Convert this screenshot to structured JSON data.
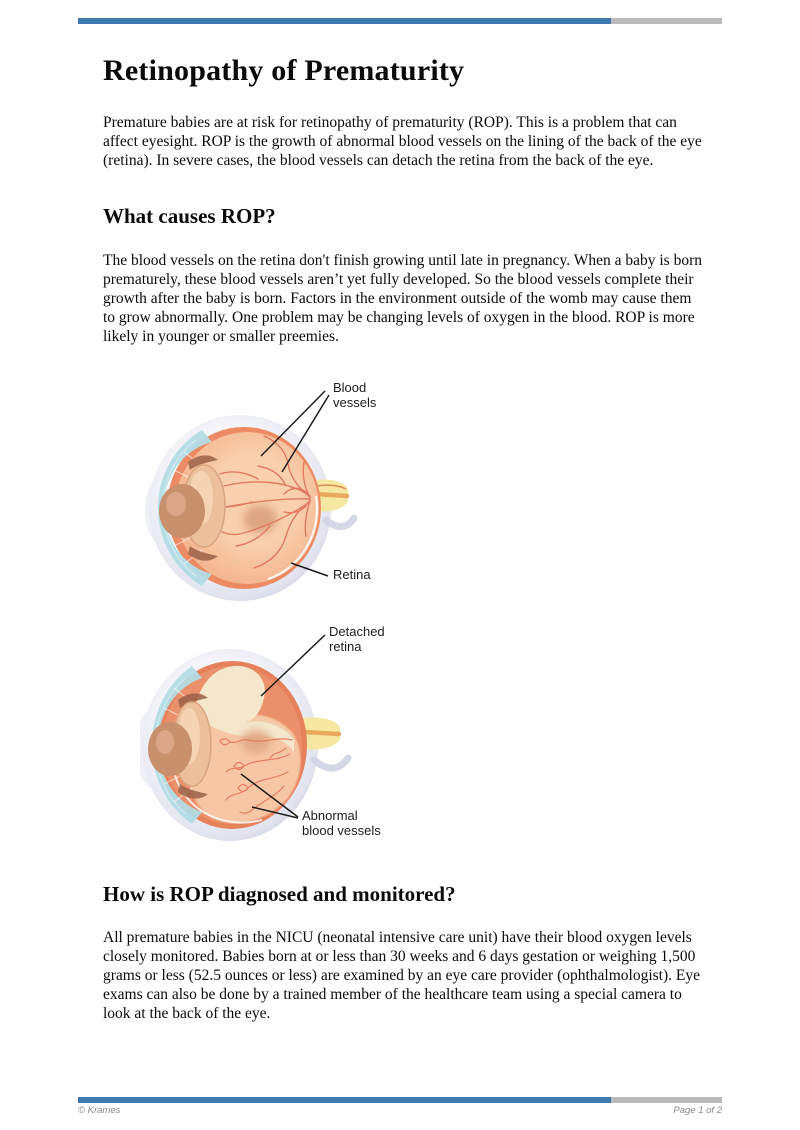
{
  "document": {
    "title": "Retinopathy of Prematurity",
    "intro": "Premature babies are at risk for retinopathy of prematurity (ROP). This is a problem that can affect eyesight. ROP is the growth of abnormal blood vessels on the lining of the back of the eye (retina). In severe cases, the blood vessels can detach the retina from the back of the eye.",
    "section_causes": {
      "heading": "What causes ROP?",
      "body": "The blood vessels on the retina don't finish growing until late in pregnancy. When a baby is born prematurely, these blood vessels aren’t yet fully developed. So the blood vessels complete their growth after the baby is born. Factors in the environment outside of the womb may cause them to grow abnormally. One problem may be changing levels of oxygen in the blood. ROP is more likely in younger or smaller preemies."
    },
    "section_diagnosis": {
      "heading": "How is ROP diagnosed and monitored?",
      "body": "All premature babies in the NICU (neonatal intensive care unit) have their blood oxygen levels closely monitored. Babies born at or less than 30 weeks and 6 days gestation or weighing 1,500 grams or less (52.5 ounces or less) are examined by an eye care provider (ophthalmologist). Eye exams can also be done by a trained member of the healthcare team using a special camera to look at the back of the eye."
    }
  },
  "figure_normal_eye": {
    "label_blood_vessels": "Blood\nvessels",
    "label_retina": "Retina"
  },
  "figure_rop_eye": {
    "label_detached_retina": "Detached\nretina",
    "label_abnormal_vessels": "Abnormal\nblood vessels"
  },
  "footer": {
    "copyright": "© Krames",
    "page_label": "Page 1 of 2"
  },
  "colors": {
    "accent_blue": "#3d79ac",
    "rule_gray": "#b9bab9",
    "eye_interior_peach": "#f5c3a0",
    "eye_choroid_salmon": "#ec8a63",
    "eye_ciliary_blue": "#b3dce4",
    "detached_fold_cream": "#f4e7cb",
    "vessel_red": "#e0715a",
    "optic_nerve_yellow": "#f6e7a2"
  }
}
